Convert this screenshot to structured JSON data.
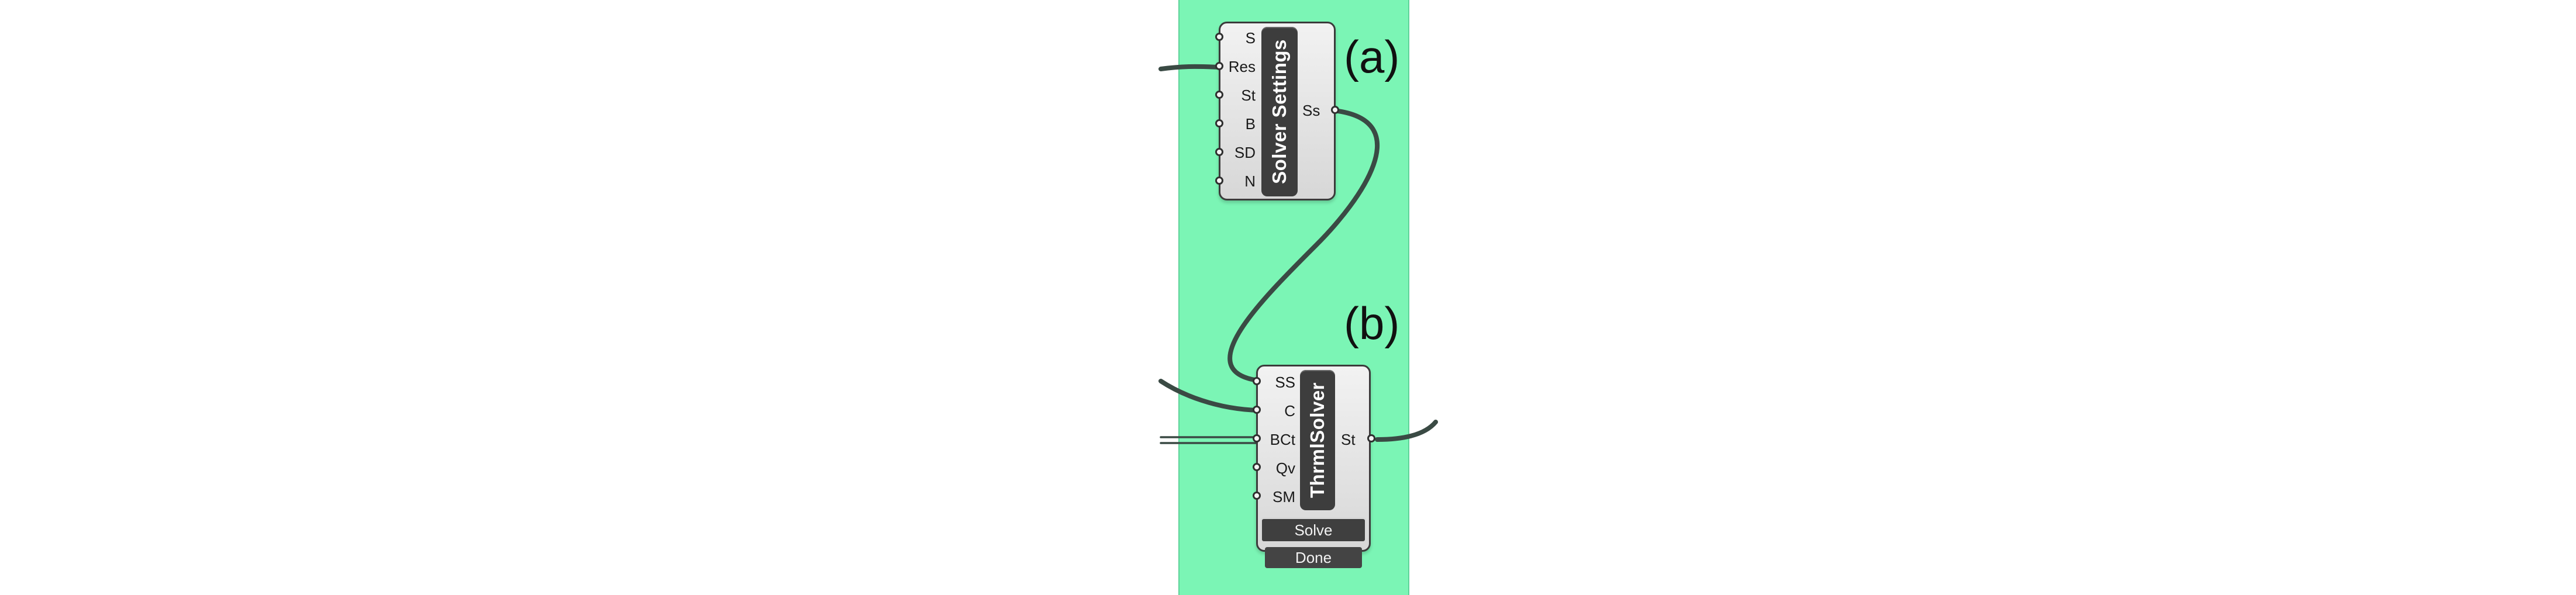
{
  "canvas": {
    "bg_color": "#7bf5b5",
    "wire_color": "#3a4a44"
  },
  "solver_settings": {
    "corner_label": "(a)",
    "title": "Solver Settings",
    "inputs": [
      "S",
      "Res",
      "St",
      "B",
      "SD",
      "N"
    ],
    "output": "Ss"
  },
  "thrml_solver": {
    "corner_label": "(b)",
    "title": "ThrmlSolver",
    "inputs": [
      "SS",
      "C",
      "BCt",
      "Qv",
      "SM"
    ],
    "output": "St",
    "solve_button": "Solve",
    "status": "Done"
  }
}
